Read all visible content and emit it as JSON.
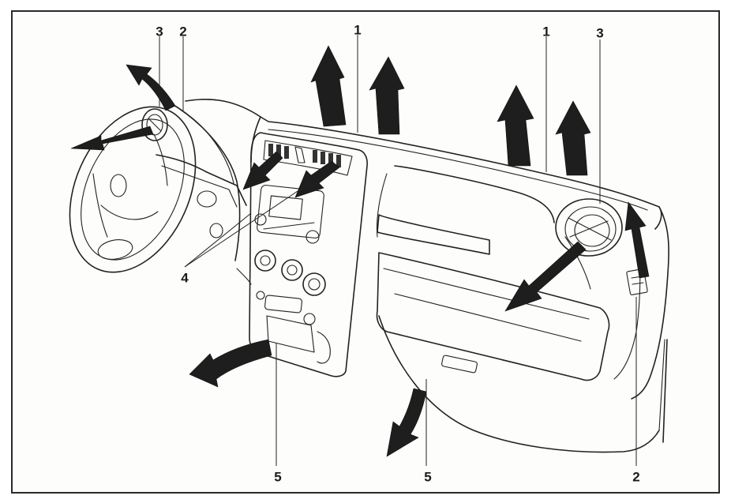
{
  "callouts": {
    "c1_left": "1",
    "c1_right": "1",
    "c2_left": "2",
    "c2_right": "2",
    "c3_left": "3",
    "c3_right": "3",
    "c4": "4",
    "c5_left": "5",
    "c5_right": "5"
  },
  "colors": {
    "line": "#222222",
    "arrow": "#1e1e1e",
    "background": "#fdfdfb"
  }
}
